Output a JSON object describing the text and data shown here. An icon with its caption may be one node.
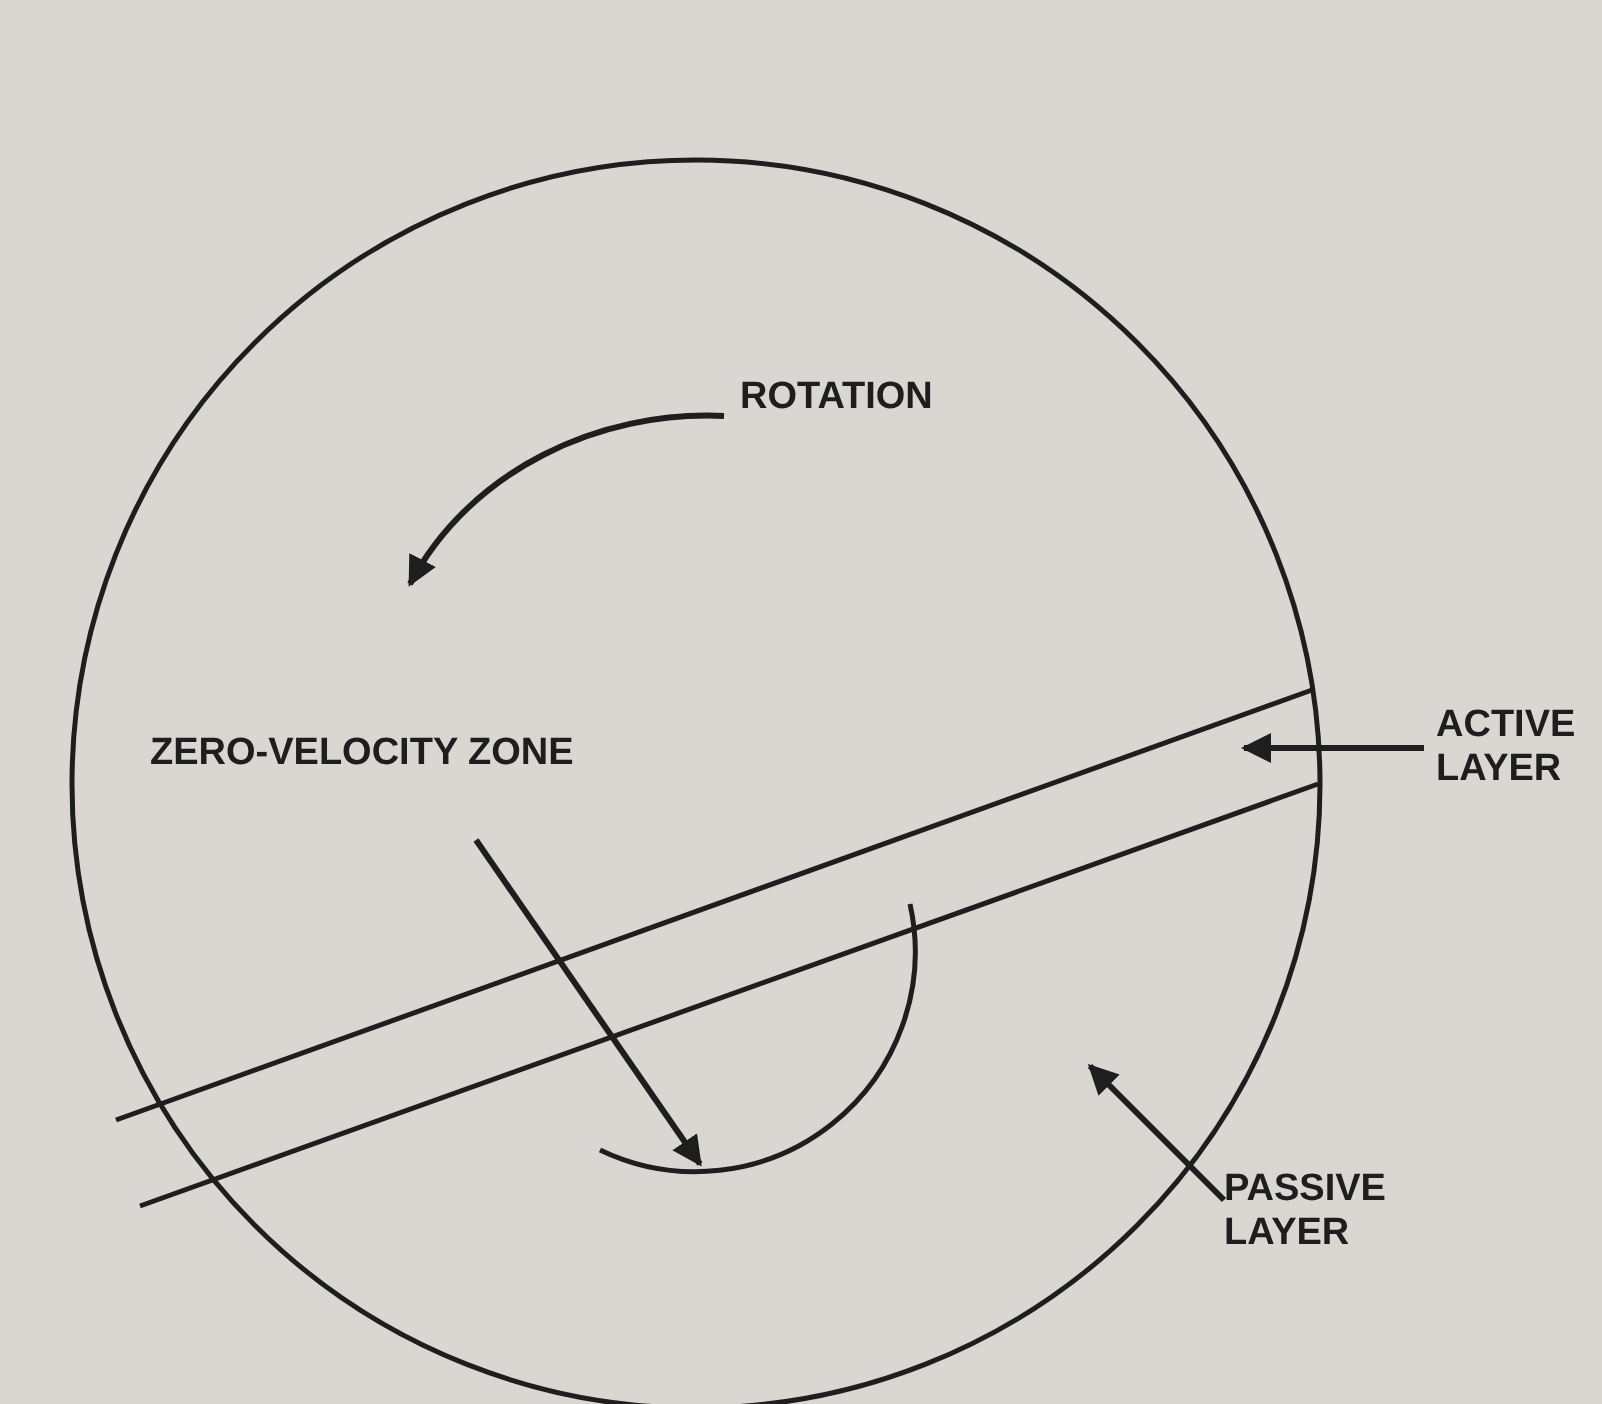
{
  "diagram": {
    "nodes": [
      {
        "text": [
          "ZERO-VELOCITY ZONE"
        ]
      },
      {
        "text": [
          "ACTIVE LAYER"
        ]
      },
      {
        "text": [
          "PASSIVE LAYER"
        ]
      }
    ],
    "edges": [
      {
        "from": 0,
        "to": null,
        "arrow": "to"
      },
      {
        "from": 1,
        "to": null,
        "arrow": "to"
      },
      {
        "from": 2,
        "to": null,
        "arrow": "to"
      }
    ],
    "labels": [
      "ROTATION"
    ]
  }
}
